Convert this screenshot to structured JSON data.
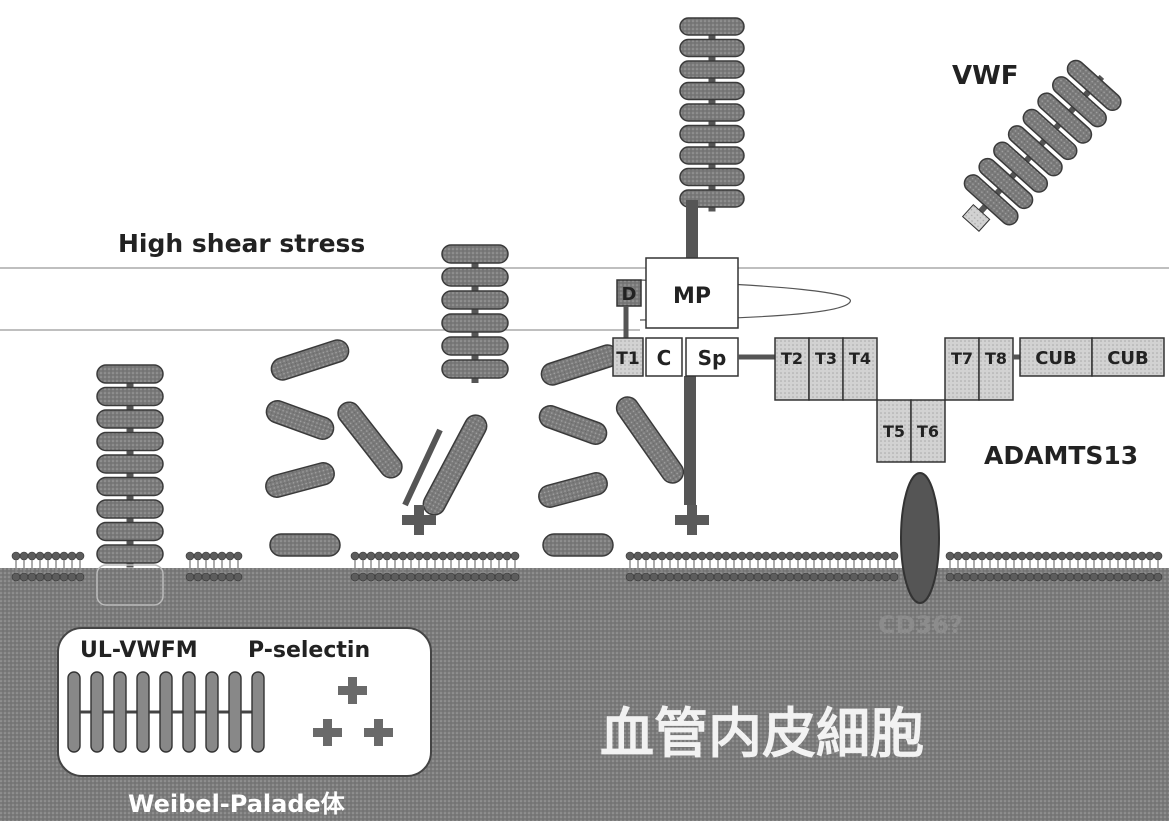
{
  "labels": {
    "vwf": "VWF",
    "shear": "High shear stress",
    "adamts13": "ADAMTS13",
    "cd36": "CD36?",
    "ul_vwfm": "UL-VWFM",
    "p_selectin": "P-selectin",
    "weibel": "Weibel-Palade体",
    "endothelial": "血管内皮細胞"
  },
  "domains": {
    "d": "D",
    "mp": "MP",
    "t1": "T1",
    "c": "C",
    "sp": "Sp",
    "t2": "T2",
    "t3": "T3",
    "t4": "T4",
    "t5": "T5",
    "t6": "T6",
    "t7": "T7",
    "t8": "T8",
    "cub1": "CUB",
    "cub2": "CUB"
  },
  "colors": {
    "cell": "#7d7d7d",
    "domain_fill": "#8a8a8a",
    "domain_stroke": "#3a3a3a",
    "box_fill": "#c8c8c8"
  }
}
